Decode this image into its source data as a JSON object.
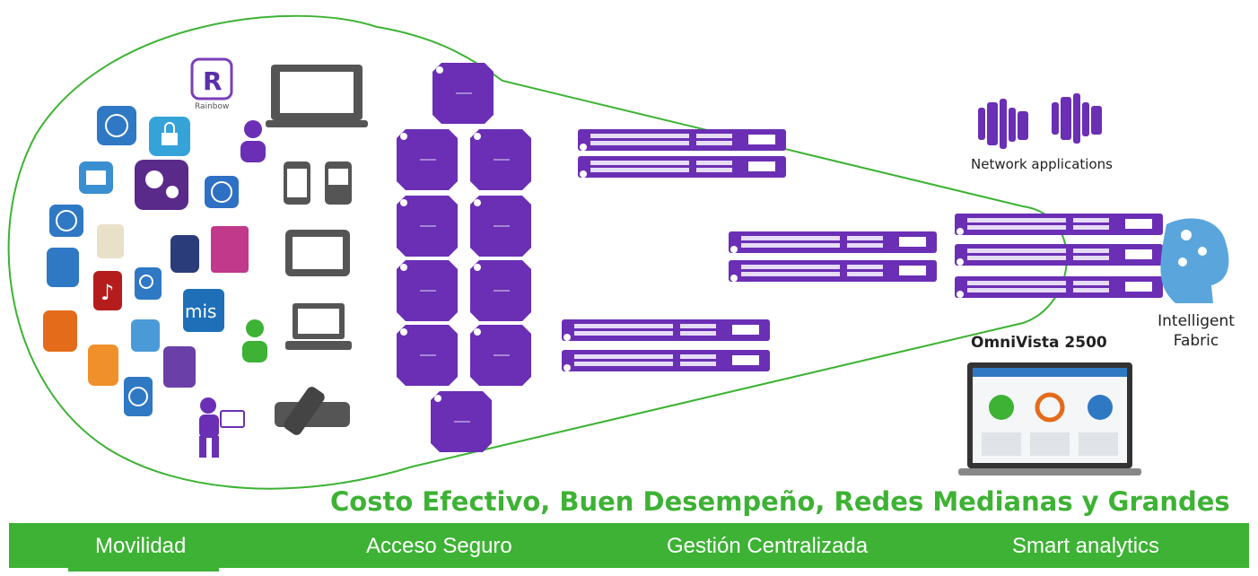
{
  "labels": {
    "rainbow": "Rainbow",
    "network_applications": "Network applications",
    "omnivista": "OmniVista 2500",
    "intelligent_fabric_line1": "Intelligent",
    "intelligent_fabric_line2": "Fabric",
    "tagline": "Costo Efectivo, Buen Desempeño, Redes Medianas y Grandes"
  },
  "features": [
    "Movilidad",
    "Acceso Seguro",
    "Gestión Centralizada",
    "Smart analytics"
  ],
  "colors": {
    "green": "#3db234",
    "purple": "#6a2fb4",
    "device_gray": "#555555",
    "app_blue": "#2f78c4"
  },
  "icons": {
    "user_devices": [
      "laptop-icon",
      "smartphone-icon",
      "tablet-icon",
      "desktop-icon",
      "iot-remote-icon"
    ],
    "people": [
      "person-purple-icon",
      "person-green-icon",
      "mobile-user-icon"
    ],
    "apps": [
      "gear-app-icon",
      "lock-app-icon",
      "email-app-icon",
      "globe-app-icon",
      "cart-app-icon",
      "music-app-icon",
      "search-app-icon",
      "rss-app-icon",
      "info-app-icon",
      "mis-app-icon"
    ],
    "infrastructure": [
      "access-point-icon",
      "network-switch-icon",
      "server-rack-icon",
      "brain-icon",
      "monitor-dashboard-icon"
    ]
  }
}
